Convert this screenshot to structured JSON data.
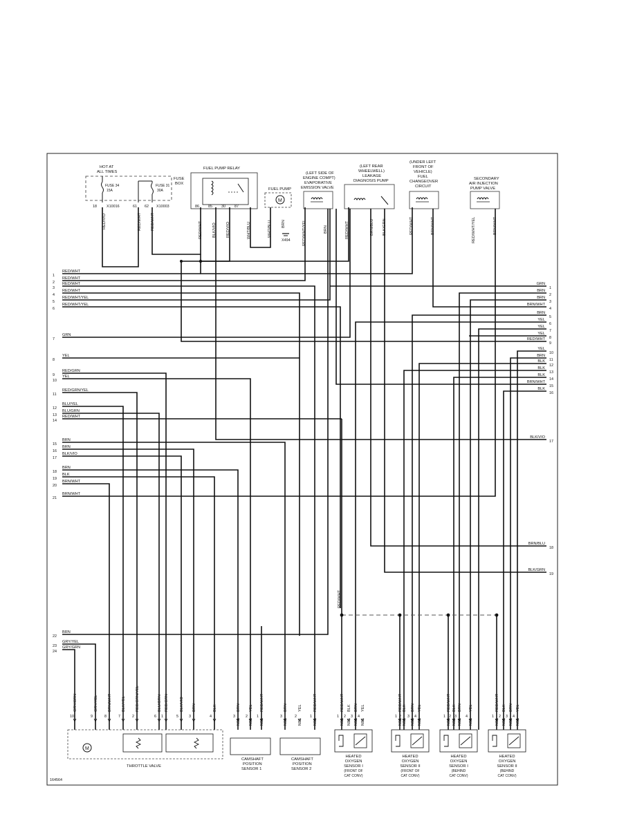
{
  "figure_id": "164564",
  "top_fuse": {
    "title": "HOT AT ALL TIMES",
    "box_label": "FUSE BOX",
    "fuses": [
      {
        "name": "FUSE 34",
        "rating": "15A",
        "terminal": "18",
        "connector": "X10016",
        "wire": "RED/VIO"
      },
      {
        "name": "FUSE 31",
        "rating": "30A",
        "terminal": "62",
        "connector": "X10003",
        "wire": "RED/WHT"
      }
    ],
    "extra_terminal": {
      "pin": "61",
      "wire": "RED/WHT"
    }
  },
  "fuel_pump_relay": {
    "title": "FUEL PUMP RELAY",
    "pins": [
      {
        "pin": "86",
        "wire": "RED/WHT"
      },
      {
        "pin": "85",
        "wire": "BLK/VIO"
      },
      {
        "pin": "30",
        "wire": "RED/VIO"
      },
      {
        "pin": "87",
        "wire": "WHT/BLU"
      }
    ]
  },
  "fuel_pump": {
    "title": "FUEL PUMP",
    "wires": [
      "WHT/BLU",
      "BRN"
    ],
    "ground": "X494"
  },
  "components_top": [
    {
      "lines": [
        "(LEFT SIDE OF",
        "ENGINE COMPT)",
        "EVAPORATIVE",
        "EMISSION VALVE"
      ],
      "wires": [
        "RED/WHT/YEL",
        "BRN"
      ]
    },
    {
      "lines": [
        "(LEFT REAR",
        "WHEELWELL)",
        "LEAKAGE",
        "DIAGNOSIS PUMP"
      ],
      "wires": [
        "RED/WHT",
        "BRN/BLU",
        "BLK/GRN"
      ]
    },
    {
      "lines": [
        "(UNDER LEFT",
        "FRONT OF",
        "VEHICLE)",
        "FUEL",
        "CHANGEOVER",
        "CIRCUIT"
      ],
      "wires": [
        "RED/WHT",
        "BRN/WHT"
      ]
    },
    {
      "lines": [
        "SECONDARY",
        "AIR INJECTION",
        "PUMP VALVE"
      ],
      "wires": [
        "RED/WHT/YEL",
        "BRN/WHT"
      ]
    }
  ],
  "left_pins": [
    {
      "n": "1",
      "label": "RED/WHT"
    },
    {
      "n": "2",
      "label": "RED/WHT"
    },
    {
      "n": "3",
      "label": "RED/WHT"
    },
    {
      "n": "4",
      "label": "RED/WHT"
    },
    {
      "n": "5",
      "label": "RED/WHT/YEL"
    },
    {
      "n": "6",
      "label": "RED/WHT/YEL"
    },
    {
      "n": "7",
      "label": "GRN"
    },
    {
      "n": "8",
      "label": "YEL"
    },
    {
      "n": "9",
      "label": "RED/GRN"
    },
    {
      "n": "10",
      "label": "YEL"
    },
    {
      "n": "11",
      "label": "RED/GRN/YEL"
    },
    {
      "n": "12",
      "label": "BLU/YEL"
    },
    {
      "n": "13",
      "label": "BLU/GRN"
    },
    {
      "n": "14",
      "label": "RED/WHT"
    },
    {
      "n": "15",
      "label": "BRN"
    },
    {
      "n": "16",
      "label": "BRN"
    },
    {
      "n": "17",
      "label": "BLK/VIO"
    },
    {
      "n": "18",
      "label": "BRN"
    },
    {
      "n": "19",
      "label": "BLK"
    },
    {
      "n": "20",
      "label": "BRN/WHT"
    },
    {
      "n": "21",
      "label": "BRN/WHT"
    },
    {
      "n": "22",
      "label": "BRN"
    },
    {
      "n": "23",
      "label": "GRY/YEL"
    },
    {
      "n": "24",
      "label": "GRY/GRN"
    }
  ],
  "right_pins": [
    {
      "n": "1",
      "label": "GRN"
    },
    {
      "n": "2",
      "label": "BRN"
    },
    {
      "n": "3",
      "label": "BRN"
    },
    {
      "n": "4",
      "label": "BRN/WHT"
    },
    {
      "n": "5",
      "label": "BRN"
    },
    {
      "n": "6",
      "label": "YEL"
    },
    {
      "n": "7",
      "label": "YEL"
    },
    {
      "n": "8",
      "label": "YEL"
    },
    {
      "n": "9",
      "label": "RED/WHT"
    },
    {
      "n": "10",
      "label": "YEL"
    },
    {
      "n": "11",
      "label": "BRN"
    },
    {
      "n": "12",
      "label": "BLK"
    },
    {
      "n": "13",
      "label": "BLK"
    },
    {
      "n": "14",
      "label": "BLK"
    },
    {
      "n": "15",
      "label": "BRN/WHT"
    },
    {
      "n": "16",
      "label": "BLK"
    },
    {
      "n": "17",
      "label": "BLK/VIO"
    },
    {
      "n": "18",
      "label": "BRN/BLU"
    },
    {
      "n": "19",
      "label": "BLK/GRN"
    }
  ],
  "bottom_components": [
    {
      "name": [
        "THROTTLE VALVE"
      ],
      "wires": [
        "GRY/GRN",
        "GRY/YEL",
        "BRN/WHT",
        "BLK/YEL",
        "RED/GRN/YEL",
        "BLU/GRN",
        "RED/GRN",
        "BLK/VIO",
        "BRN",
        "BLK"
      ],
      "pins": [
        "10",
        "9",
        "8",
        "7",
        "2",
        "6",
        "1",
        "5",
        "3",
        "4"
      ]
    },
    {
      "name": [
        "CAMSHAFT",
        "POSITION",
        "SENSOR 1"
      ],
      "wires": [
        "BRN",
        "YEL",
        "RED/WHT"
      ],
      "pins": [
        "3",
        "2",
        "1"
      ],
      "nca": "NCA"
    },
    {
      "name": [
        "CAMSHAFT",
        "POSITION",
        "SENSOR 2"
      ],
      "wires": [
        "BRN",
        "YEL",
        "RED/WHT"
      ],
      "pins": [
        "3",
        "2",
        "1"
      ],
      "nca": "NCA"
    },
    {
      "name": [
        "HEATED",
        "OXYGEN",
        "SENSOR I",
        "(FRONT OF",
        "CAT CONV)"
      ],
      "wires": [
        "RED/WHT",
        "BLK",
        "BRN",
        "YEL"
      ],
      "pins": [
        "1",
        "2",
        "3",
        "4"
      ],
      "nca": "NCA"
    },
    {
      "name": [
        "HEATED",
        "OXYGEN",
        "SENSOR II",
        "(FRONT OF",
        "CAT CONV)"
      ],
      "wires": [
        "RED/WHT",
        "BLK",
        "BRN",
        "YEL"
      ],
      "pins": [
        "1",
        "2",
        "3",
        "4"
      ],
      "nca": "NCA"
    },
    {
      "name": [
        "HEATED",
        "OXYGEN",
        "SENSOR I",
        "(BEHIND",
        "CAT CONV)"
      ],
      "wires": [
        "RED/WHT",
        "BLK",
        "BRN",
        "YEL"
      ],
      "pins": [
        "1",
        "2",
        "3",
        "4"
      ],
      "nca": "NCA"
    },
    {
      "name": [
        "HEATED",
        "OXYGEN",
        "SENSOR II",
        "(BEHIND",
        "CAT CONV)"
      ],
      "wires": [
        "RED/WHT",
        "BLK",
        "BRN",
        "YEL"
      ],
      "pins": [
        "1",
        "2",
        "3",
        "4"
      ],
      "nca": "NCA"
    }
  ],
  "splice_wire": "RED/WHT"
}
